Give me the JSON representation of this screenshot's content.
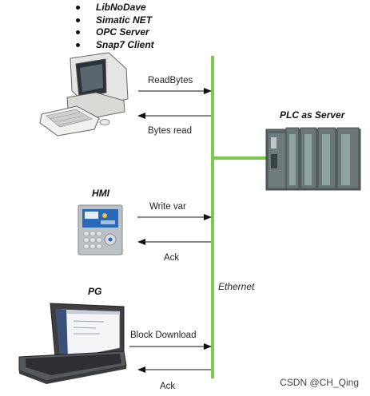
{
  "bullets": [
    "LibNoDave",
    "Simatic NET",
    "OPC Server",
    "Snap7 Client"
  ],
  "labels": {
    "readbytes": "ReadBytes",
    "bytes_read": "Bytes read",
    "write_var": "Write var",
    "ack1": "Ack",
    "block_download": "Block Download",
    "ack2": "Ack"
  },
  "titles": {
    "plc": "PLC as Server",
    "hmi": "HMI",
    "pg": "PG"
  },
  "network_label": "Ethernet",
  "watermark": "CSDN @CH_Qing",
  "colors": {
    "bus": "#7dc94e",
    "plc": "#5c6a6b"
  }
}
